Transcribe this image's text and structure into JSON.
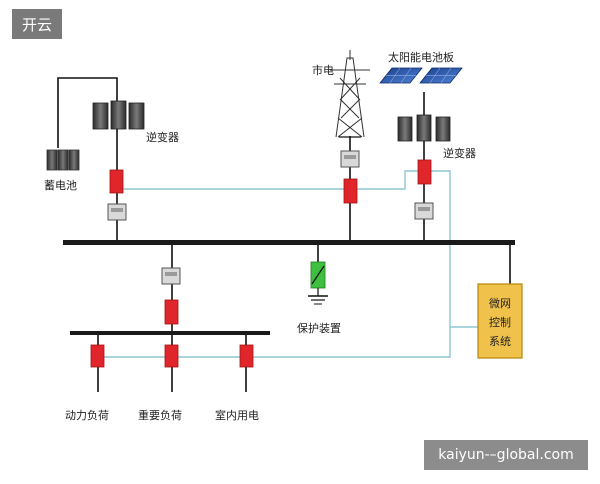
{
  "header": {
    "corner_tag": "开云"
  },
  "watermark": {
    "text": "kaiyun-–global.com"
  },
  "labels": {
    "battery": "蓄电池",
    "inverter_left": "逆变器",
    "grid": "市电",
    "solar_panel": "太阳能电池板",
    "inverter_right": "逆变器",
    "protection": "保护装置",
    "power_load": "动力负荷",
    "important_load": "重要负荷",
    "indoor_load": "室内用电"
  },
  "controller": {
    "lines": [
      "微网",
      "控制",
      "系统"
    ]
  },
  "colors": {
    "breaker": "#e0262a",
    "controller": "#f0c24b",
    "bus": "#1a1a1a",
    "signal": "#8fc7d4",
    "surge": "#3fbf3f"
  }
}
